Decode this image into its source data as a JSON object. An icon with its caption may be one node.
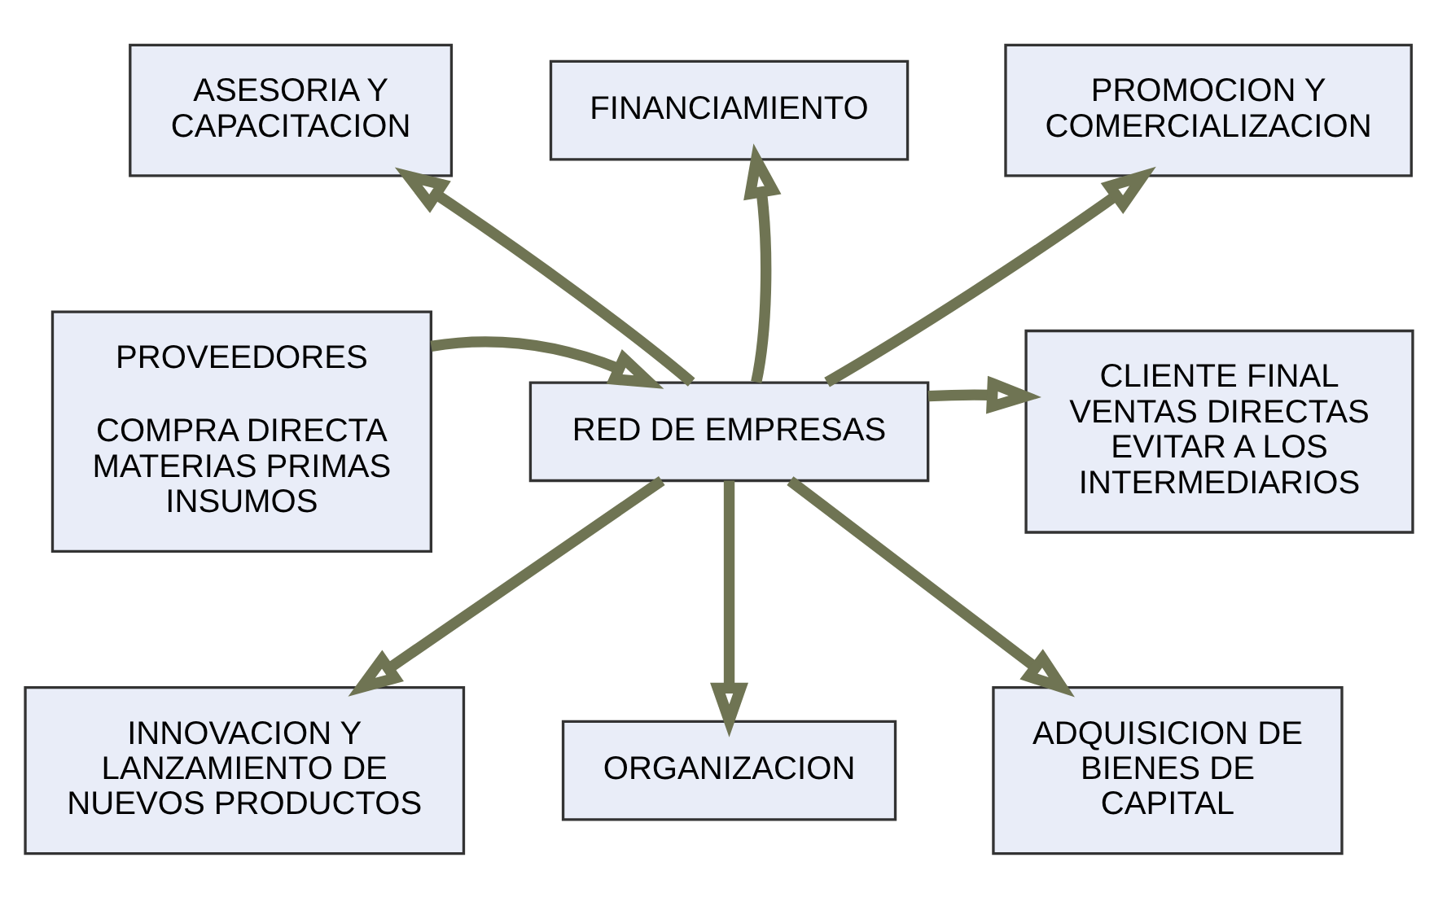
{
  "diagram": {
    "nodes": [
      {
        "text": [
          "ASESORIA Y CAPACITACION"
        ]
      },
      {
        "text": [
          "FINANCIAMIENTO"
        ]
      },
      {
        "text": [
          "PROMOCION Y COMERCIALIZACION"
        ]
      },
      {
        "text": [
          "PROVEEDORES",
          "COMPRA DIRECTA MATERIAS PRIMAS INSUMOS"
        ]
      },
      {
        "text": [
          "RED DE EMPRESAS"
        ]
      },
      {
        "text": [
          "CLIENTE FINAL VENTAS DIRECTAS EVITAR A LOS INTERMEDIARIOS"
        ]
      },
      {
        "text": [
          "INNOVACION Y LANZAMIENTO DE NUEVOS PRODUCTOS"
        ]
      },
      {
        "text": [
          "ORGANIZACION"
        ]
      },
      {
        "text": [
          "ADQUISICION DE BIENES DE CAPITAL"
        ]
      }
    ],
    "edges": [
      {
        "from": 3,
        "to": 4,
        "arrow": "to"
      },
      {
        "from": 4,
        "to": 0,
        "arrow": "to"
      },
      {
        "from": 4,
        "to": 1,
        "arrow": "to"
      },
      {
        "from": 4,
        "to": 2,
        "arrow": "to"
      },
      {
        "from": 4,
        "to": 5,
        "arrow": "to"
      },
      {
        "from": 4,
        "to": 6,
        "arrow": "to"
      },
      {
        "from": 4,
        "to": 7,
        "arrow": "to"
      },
      {
        "from": 4,
        "to": 8,
        "arrow": "to"
      }
    ]
  }
}
